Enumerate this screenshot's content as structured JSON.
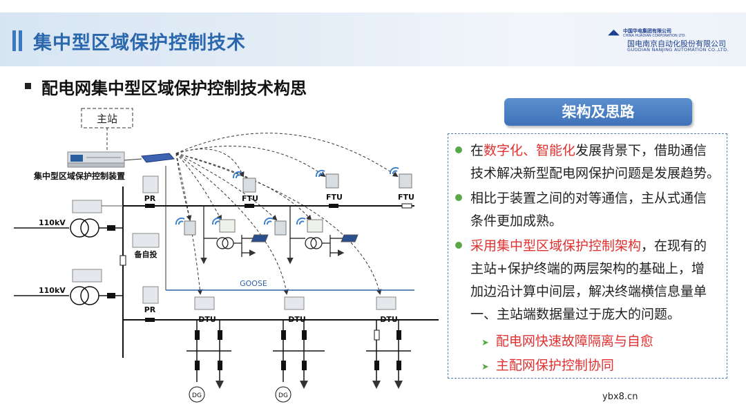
{
  "header": {
    "title": "集中型区域保护控制技术",
    "logo_cn": "中国华电集团有限公司",
    "logo_en_small": "CHINA HUADIAN CORPORATION LTD.",
    "company_cn": "国电南京自动化股份有限公司",
    "company_en": "GUODIAN NANJING AUTOMATION CO.,LTD."
  },
  "subtitle": "配电网集中型区域保护控制技术构思",
  "diagram": {
    "master_station": "主站",
    "device_label": "集中型区域保护控制装置",
    "pr1": "PR",
    "pr2": "PR",
    "kv1": "110kV",
    "kv2": "110kV",
    "backup": "备自投",
    "goose": "GOOSE",
    "ftu1": "FTU",
    "ftu2": "FTU",
    "ftu3": "FTU",
    "dtu1": "DTU",
    "dtu2": "DTU",
    "dtu3": "DTU",
    "dg1": "DG",
    "dg2": "DG"
  },
  "panel": {
    "button": "架构及思路",
    "p1_a": "在",
    "p1_red": "数字化、智能化",
    "p1_b": "发展背景下，借助通信",
    "p1_c": "技术解决新型配电网保护问题是发展趋势。",
    "p2_a": "相比于装置之间的对等通信，主从式通信",
    "p2_b": "条件更加成熟。",
    "p3_red": "采用集中型区域保护控制架构",
    "p3_a": "，在现有的",
    "p3_b": "主站+保护终端的两层架构的基础上，增",
    "p3_c": "加边沿计算中间层，解决终端横信息量单",
    "p3_d": "一、主站端数据量过于庞大的问题。",
    "s1": "配电网快速故障隔离与自愈",
    "s2": "主配网保护控制协同"
  },
  "watermark": "ybx8.cn"
}
